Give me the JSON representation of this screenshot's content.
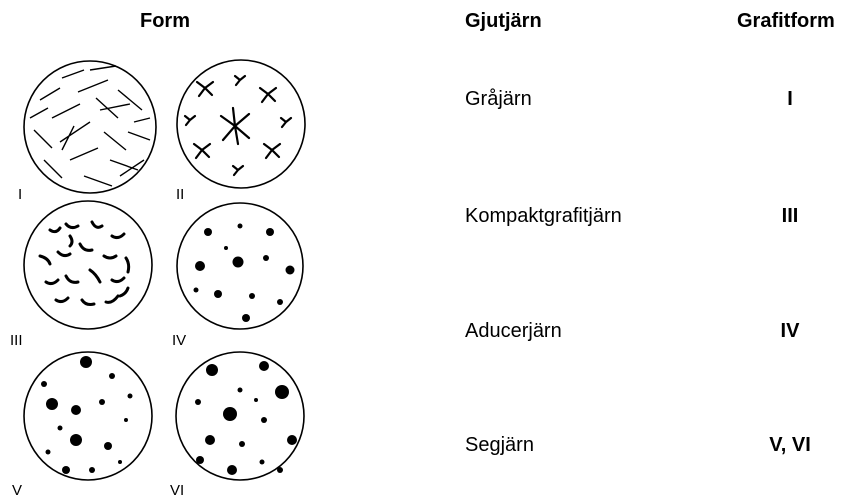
{
  "headers": {
    "form": "Form",
    "iron": "Gjutjärn",
    "graphite": "Grafitform"
  },
  "circle_labels": [
    "I",
    "II",
    "III",
    "IV",
    "V",
    "VI"
  ],
  "rows": [
    {
      "iron": "Gråjärn",
      "form": "I"
    },
    {
      "iron": "Kompaktgrafitjärn",
      "form": "III"
    },
    {
      "iron": "Aducerjärn",
      "form": "IV"
    },
    {
      "iron": "Segjärn",
      "form": "V, VI"
    }
  ]
}
